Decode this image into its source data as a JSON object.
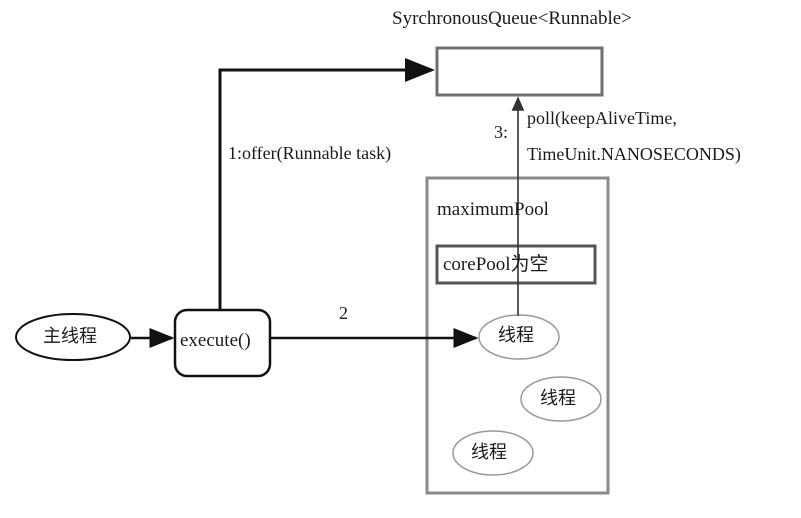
{
  "diagram": {
    "title_text": "SyrchronousQueue<Runnable>",
    "labels": {
      "offer": "1:offer(Runnable task)",
      "poll_step": "3:",
      "poll_line1": "poll(keepAliveTime,",
      "poll_line2": "TimeUnit.NANOSECONDS)",
      "step2": "2",
      "maximum_pool": "maximumPool",
      "core_pool": "corePool为空",
      "execute": "execute()",
      "main_thread": "主线程",
      "thread1": "线程",
      "thread2": "线程",
      "thread3": "线程"
    },
    "colors": {
      "background": "#ffffff",
      "text": "#1a1a1a",
      "stroke_black": "#111111",
      "stroke_gray": "#777777",
      "stroke_light_gray": "#9a9a9a"
    }
  },
  "chart_data": {
    "type": "diagram",
    "title": "SyrchronousQueue<Runnable>",
    "nodes": [
      {
        "id": "queue",
        "label": "",
        "shape": "rectangle",
        "caption": "SyrchronousQueue<Runnable>"
      },
      {
        "id": "main-thread",
        "label": "主线程",
        "shape": "ellipse"
      },
      {
        "id": "execute",
        "label": "execute()",
        "shape": "rounded-rectangle"
      },
      {
        "id": "maximum-pool",
        "label": "maximumPool",
        "shape": "rectangle"
      },
      {
        "id": "core-pool",
        "label": "corePool为空",
        "shape": "rectangle"
      },
      {
        "id": "thread-1",
        "label": "线程",
        "shape": "ellipse"
      },
      {
        "id": "thread-2",
        "label": "线程",
        "shape": "ellipse"
      },
      {
        "id": "thread-3",
        "label": "线程",
        "shape": "ellipse"
      }
    ],
    "edges": [
      {
        "from": "main-thread",
        "to": "execute",
        "label": ""
      },
      {
        "from": "execute",
        "to": "queue",
        "label": "1:offer(Runnable task)"
      },
      {
        "from": "execute",
        "to": "thread-1",
        "label": "2"
      },
      {
        "from": "thread-1",
        "to": "queue",
        "label": "3: poll(keepAliveTime, TimeUnit.NANOSECONDS)"
      }
    ]
  }
}
